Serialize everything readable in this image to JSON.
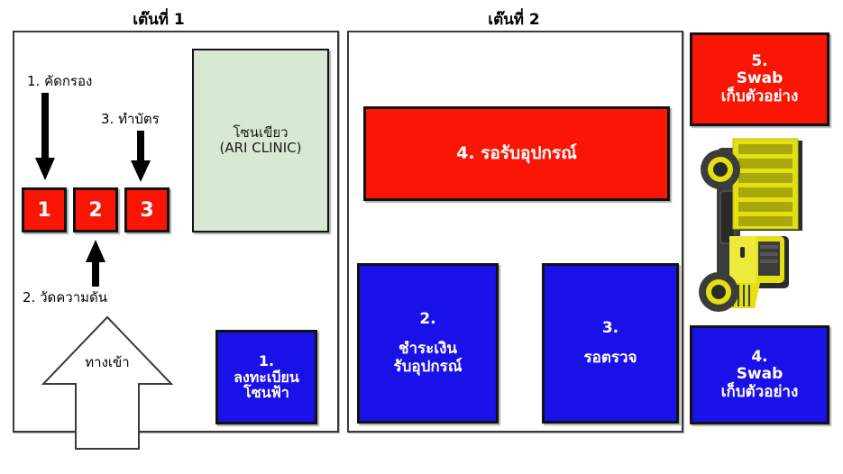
{
  "diagram": {
    "title_tent1": "เต๊นที่ 1",
    "title_tent2": "เต๊นที่ 2"
  },
  "tent1": {
    "steps": [
      {
        "id": "screening",
        "label": "1. คัดกรอง"
      },
      {
        "id": "blood-pressure",
        "label": "2. วัดความดัน"
      },
      {
        "id": "make-card",
        "label": "3. ทำบัตร"
      }
    ],
    "counters": [
      {
        "number": "1"
      },
      {
        "number": "2"
      },
      {
        "number": "3"
      }
    ],
    "green_zone": {
      "line1": "โซนเขียว",
      "line2": "(ARI CLINIC)"
    },
    "registration": {
      "line1": "1.",
      "line2": "ลงทะเบียน",
      "line3": "โซนฟ้า"
    },
    "entrance_label": "ทางเข้า"
  },
  "tent2": {
    "wait_equipment": {
      "line1": "4. รอรับอุปกรณ์"
    },
    "payment": {
      "line1": "2.",
      "line2": "ชำระเงิน",
      "line3": "รับอุปกรณ์"
    },
    "wait_exam": {
      "line1": "3.",
      "line2": "รอตรวจ"
    }
  },
  "right_column": {
    "swab_red": {
      "line1": "5.",
      "line2": "Swab",
      "line3": "เก็บตัวอย่าง"
    },
    "swab_blue": {
      "line1": "4.",
      "line2": "Swab",
      "line3": "เก็บตัวอย่าง"
    },
    "vehicle_icon": "truck-icon"
  },
  "colors": {
    "red": "#fa1505",
    "blue": "#1a10e8",
    "green_zone": "#d9e8d2",
    "truck_yellow": "#e3e011",
    "truck_dark": "#3c3c3c",
    "outline": "#121212"
  }
}
